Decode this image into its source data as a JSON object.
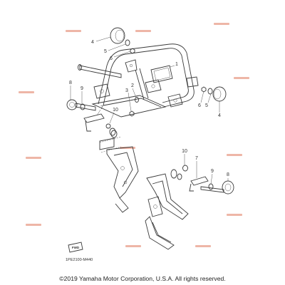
{
  "diagram": {
    "callouts": [
      {
        "id": "c1",
        "label": "1"
      },
      {
        "id": "c2",
        "label": "2"
      },
      {
        "id": "c3",
        "label": "3"
      },
      {
        "id": "c4a",
        "label": "4"
      },
      {
        "id": "c4b",
        "label": "4"
      },
      {
        "id": "c5a",
        "label": "5"
      },
      {
        "id": "c5b",
        "label": "5"
      },
      {
        "id": "c6a",
        "label": "6"
      },
      {
        "id": "c6b",
        "label": "6"
      },
      {
        "id": "c7a",
        "label": "7"
      },
      {
        "id": "c7b",
        "label": "7"
      },
      {
        "id": "c8a",
        "label": "8"
      },
      {
        "id": "c8b",
        "label": "8"
      },
      {
        "id": "c9a",
        "label": "9"
      },
      {
        "id": "c9b",
        "label": "9"
      },
      {
        "id": "c10a",
        "label": "10"
      },
      {
        "id": "c10b",
        "label": "10"
      }
    ],
    "drawing_code": "1PE2100-M440",
    "copyright": "©2019 Yamaha Motor Corporation, U.S.A. All rights reserved."
  }
}
